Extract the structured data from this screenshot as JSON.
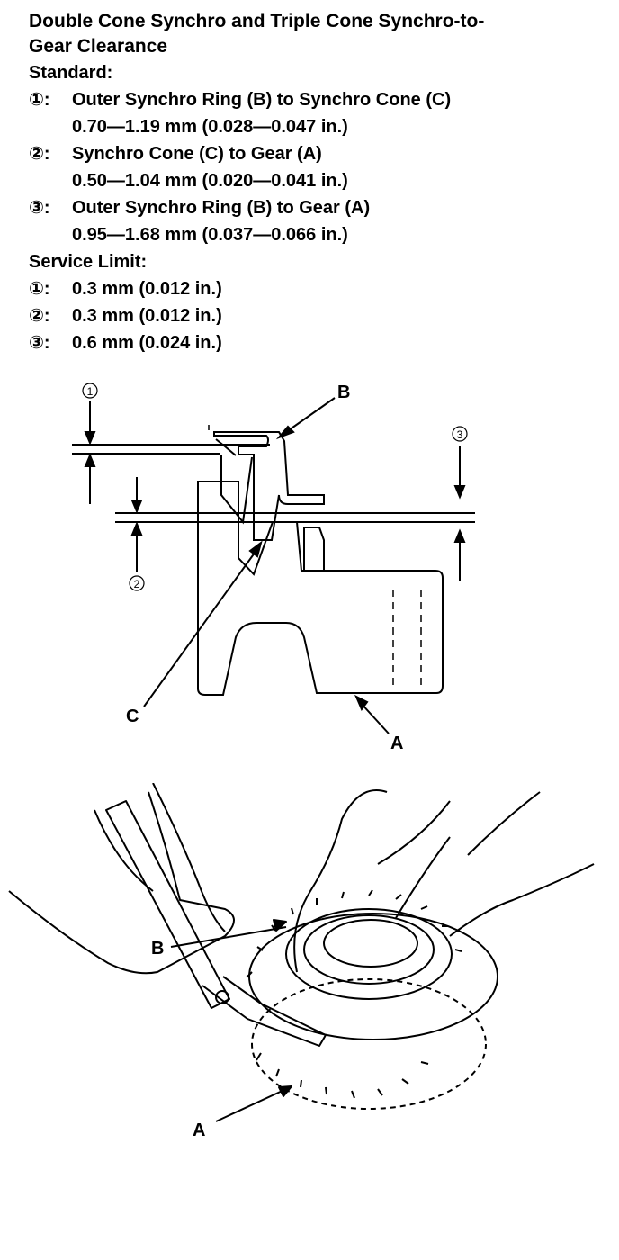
{
  "title_line1": "Double Cone Synchro and Triple Cone Synchro-to-",
  "title_line2": "Gear Clearance",
  "standard": {
    "heading": "Standard:",
    "items": [
      {
        "marker": "①:",
        "label": "Outer Synchro Ring (B) to Synchro Cone (C)",
        "value": "0.70—1.19 mm (0.028—0.047 in.)"
      },
      {
        "marker": "②:",
        "label": "Synchro Cone (C) to Gear (A)",
        "value": "0.50—1.04 mm (0.020—0.041 in.)"
      },
      {
        "marker": "③:",
        "label": "Outer Synchro Ring (B) to Gear (A)",
        "value": "0.95—1.68 mm (0.037—0.066 in.)"
      }
    ]
  },
  "service_limit": {
    "heading": "Service Limit:",
    "items": [
      {
        "marker": "①:",
        "value": "0.3 mm (0.012 in.)"
      },
      {
        "marker": "②:",
        "value": "0.3 mm (0.012 in.)"
      },
      {
        "marker": "③:",
        "value": "0.6 mm (0.024 in.)"
      }
    ]
  },
  "diagram": {
    "callout_1": "①",
    "callout_2": "②",
    "callout_3": "③",
    "label_a": "A",
    "label_b": "B",
    "label_c": "C"
  },
  "photo": {
    "label_a": "A",
    "label_b": "B"
  }
}
